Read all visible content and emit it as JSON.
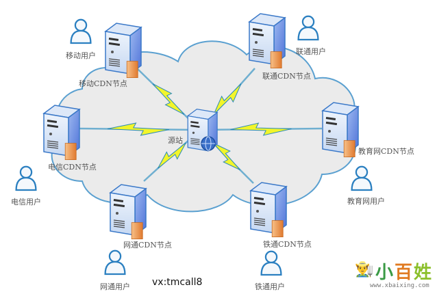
{
  "diagram": {
    "title": "CDN network topology",
    "origin": {
      "label": "源站"
    },
    "nodes": [
      {
        "id": "mobile",
        "node_label": "移动CDN节点",
        "user_label": "移动用户"
      },
      {
        "id": "unicom",
        "node_label": "联通CDN节点",
        "user_label": "联通用户"
      },
      {
        "id": "telecom",
        "node_label": "电信CDN节点",
        "user_label": "电信用户"
      },
      {
        "id": "edu",
        "node_label": "教育网CDN节点",
        "user_label": "教育网用户"
      },
      {
        "id": "netcom",
        "node_label": "网通CDN节点",
        "user_label": "网通用户"
      },
      {
        "id": "railcom",
        "node_label": "铁通CDN节点",
        "user_label": "铁通用户"
      }
    ],
    "colors": {
      "cloud_fill": "#ebebeb",
      "cloud_stroke": "#5aa0d0",
      "bolt": "#f2f52a",
      "bolt_stroke": "#2a8ab8",
      "server_front": "#cfe0f5",
      "server_side": "#6f93e0",
      "firewall": "#f0a050",
      "user": "#2a7fc0"
    }
  },
  "watermark": {
    "text": "vx:tmcall8"
  },
  "logo": {
    "chars": [
      "小",
      "百",
      "姓"
    ],
    "url": "www.xbaixing.com"
  }
}
